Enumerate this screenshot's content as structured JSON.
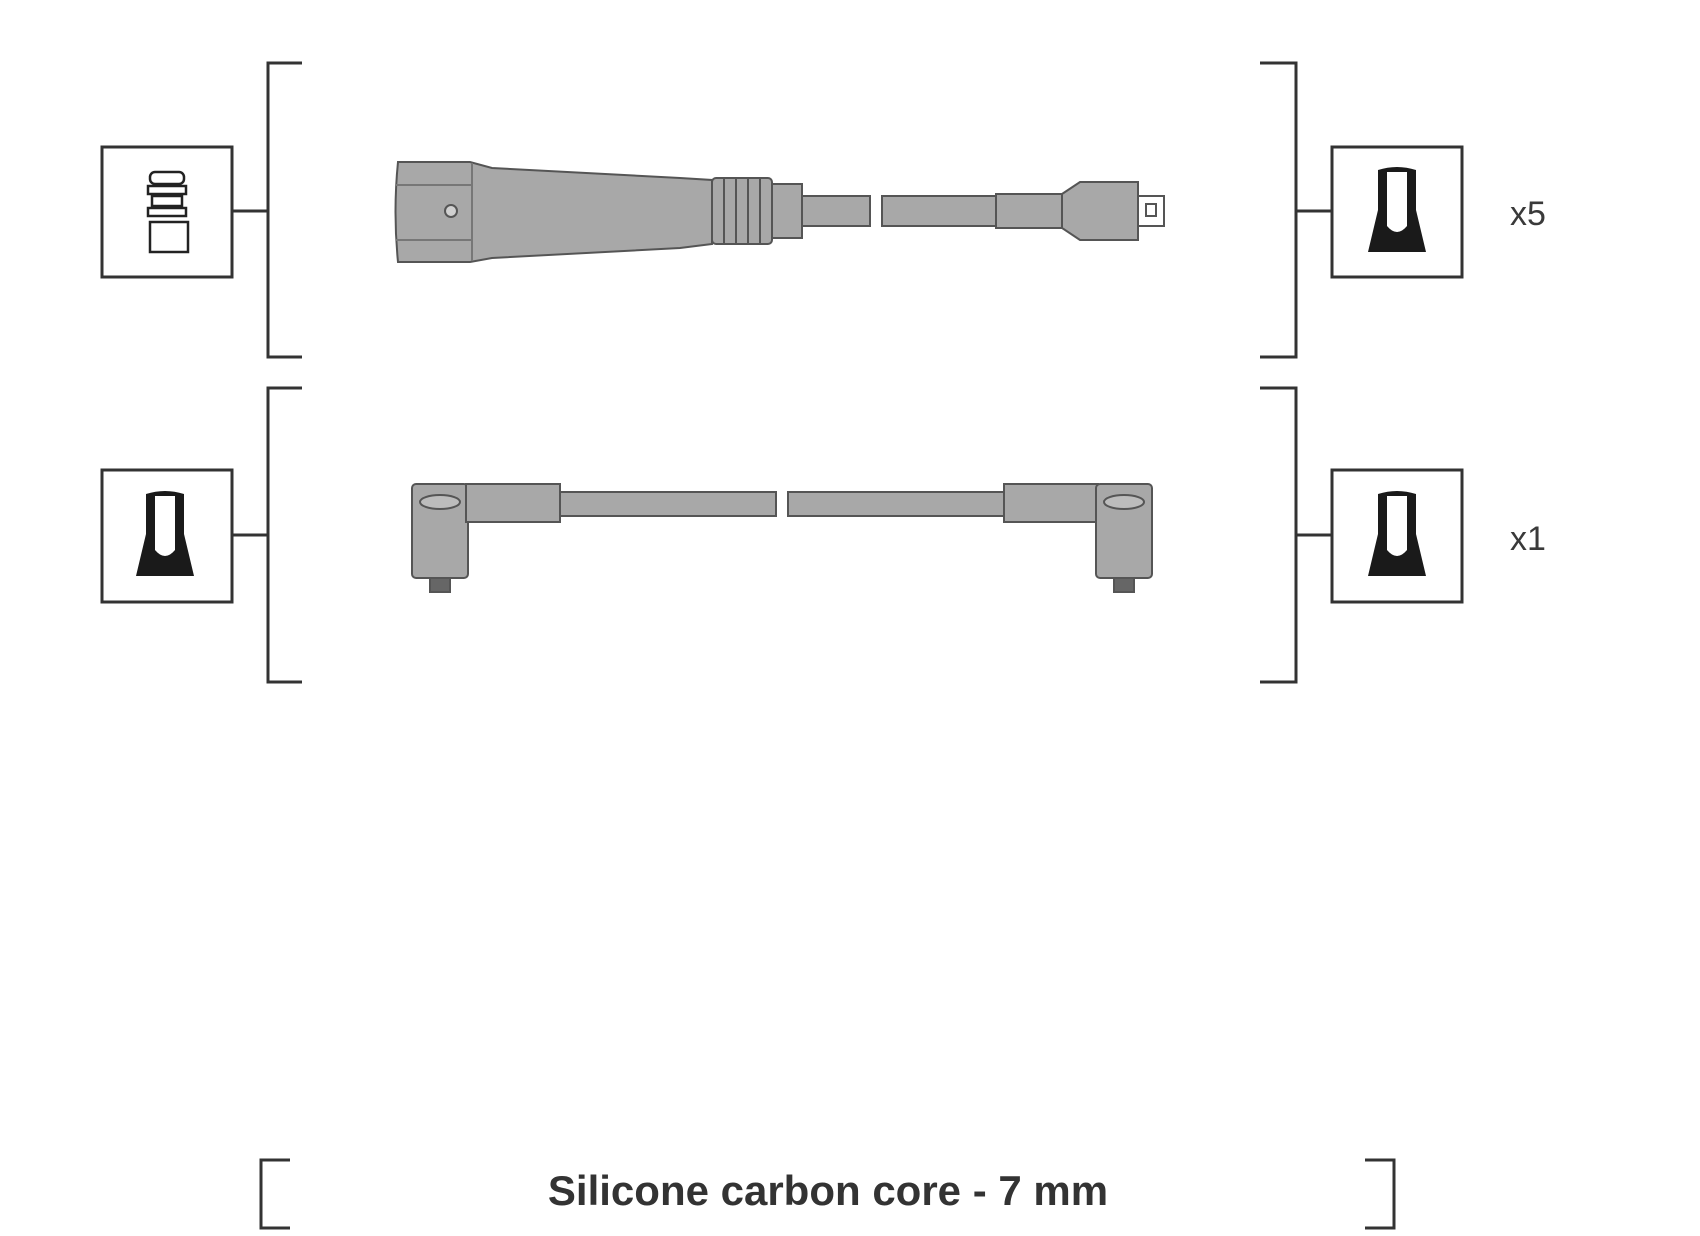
{
  "colors": {
    "line": "#333333",
    "part_fill": "#a8a8a8",
    "part_stroke": "#555555",
    "icon_fill": "#1a1a1a"
  },
  "rows": [
    {
      "left_icon": "straight-plug-connector-icon",
      "part": "straight-boot-ignition-lead",
      "right_icon": "spark-plug-terminal-icon",
      "quantity": "x5"
    },
    {
      "left_icon": "spark-plug-terminal-icon",
      "part": "angled-boots-ignition-lead",
      "right_icon": "spark-plug-terminal-icon",
      "quantity": "x1"
    }
  ],
  "footer": {
    "spec": "Silicone carbon core - 7 mm"
  }
}
